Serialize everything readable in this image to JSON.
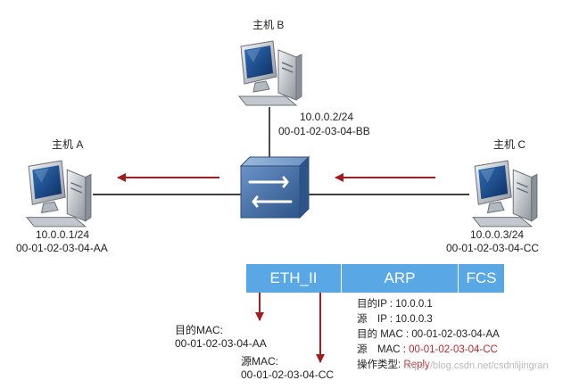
{
  "hosts": {
    "b": {
      "name": "主机 B",
      "ip": "10.0.0.2/24",
      "mac": "00-01-02-03-04-BB"
    },
    "a": {
      "name": "主机 A",
      "ip": "10.0.0.1/24",
      "mac": "00-01-02-03-04-AA"
    },
    "c": {
      "name": "主机 C",
      "ip": "10.0.0.3/24",
      "mac": "00-01-02-03-04-CC"
    }
  },
  "frame": {
    "segments": [
      "ETH_II",
      "ARP",
      "FCS"
    ],
    "eth_dst_label": "目的MAC:",
    "eth_dst_value": "00-01-02-03-04-AA",
    "eth_src_label": "源MAC:",
    "eth_src_value": "00-01-02-03-04-CC"
  },
  "arp": {
    "dst_ip": "目的IP : 10.0.0.1",
    "src_ip": "源　IP : 10.0.0.3",
    "dst_mac": "目的  MAC : 00-01-02-03-04-AA",
    "src_mac_label": "源　MAC : ",
    "src_mac_value": "00-01-02-03-04-CC",
    "op_label": "操作类型: ",
    "op_value": "Reply"
  },
  "watermark": "https://blog.csdn.net/csdnlijingran",
  "colors": {
    "arrow": "#a01e22",
    "segment": "#5aa7e6",
    "switch": "#4a73a8",
    "highlight": "#c0272d"
  }
}
